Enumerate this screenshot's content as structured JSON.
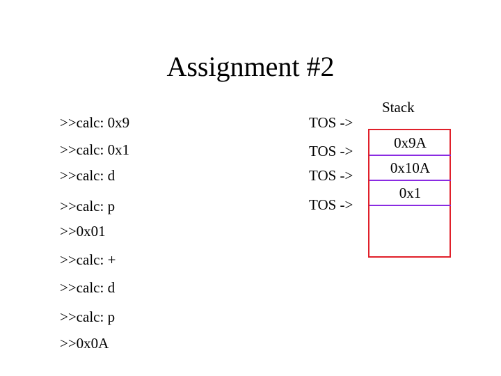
{
  "title": "Assignment #2",
  "session": {
    "lines": [
      ">>calc: 0x9",
      ">>calc: 0x1",
      ">>calc: d",
      ">>calc: p",
      ">>0x01",
      ">>calc: +",
      ">>calc: d",
      ">>calc: p",
      ">>0x0A"
    ]
  },
  "tos_markers": [
    "TOS ->",
    "TOS ->",
    "TOS ->",
    "TOS ->"
  ],
  "stack": {
    "label": "Stack",
    "cells": [
      "0x9A",
      "0x10A",
      "0x1"
    ]
  },
  "colors": {
    "stack_border": "#e0202a",
    "stack_divider": "#8a2be2"
  }
}
